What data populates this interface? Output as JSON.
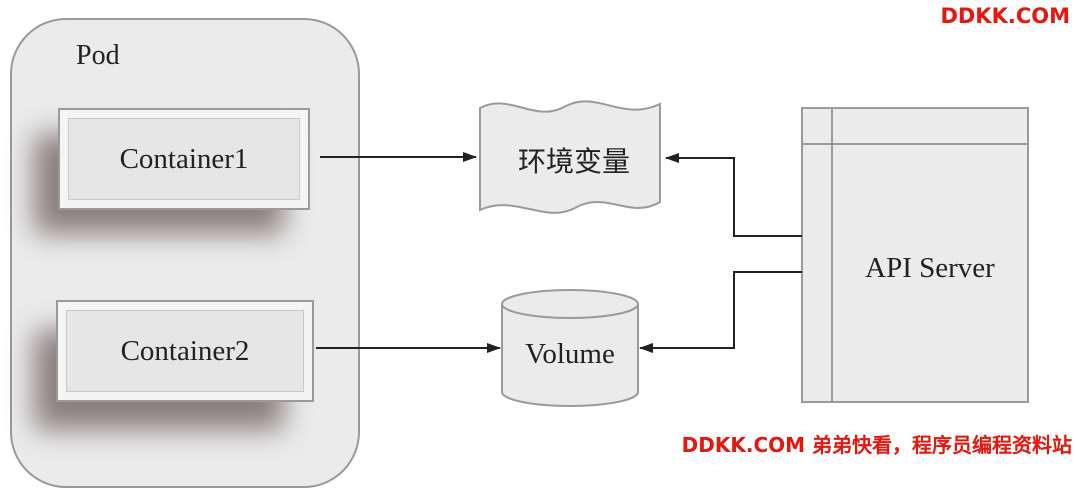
{
  "diagram": {
    "pod": {
      "title": "Pod"
    },
    "containers": [
      {
        "label": "Container1"
      },
      {
        "label": "Container2"
      }
    ],
    "env_vars": {
      "label": "环境变量"
    },
    "volume": {
      "label": "Volume"
    },
    "api_server": {
      "label": "API Server"
    }
  },
  "watermark": {
    "top": "DDKK.COM",
    "bottom": "DDKK.COM 弟弟快看，程序员编程资料站"
  },
  "colors": {
    "fill": "#ebebeb",
    "stroke": "#9a9a9a",
    "arrow": "#222222",
    "watermark": "#e8160c"
  }
}
